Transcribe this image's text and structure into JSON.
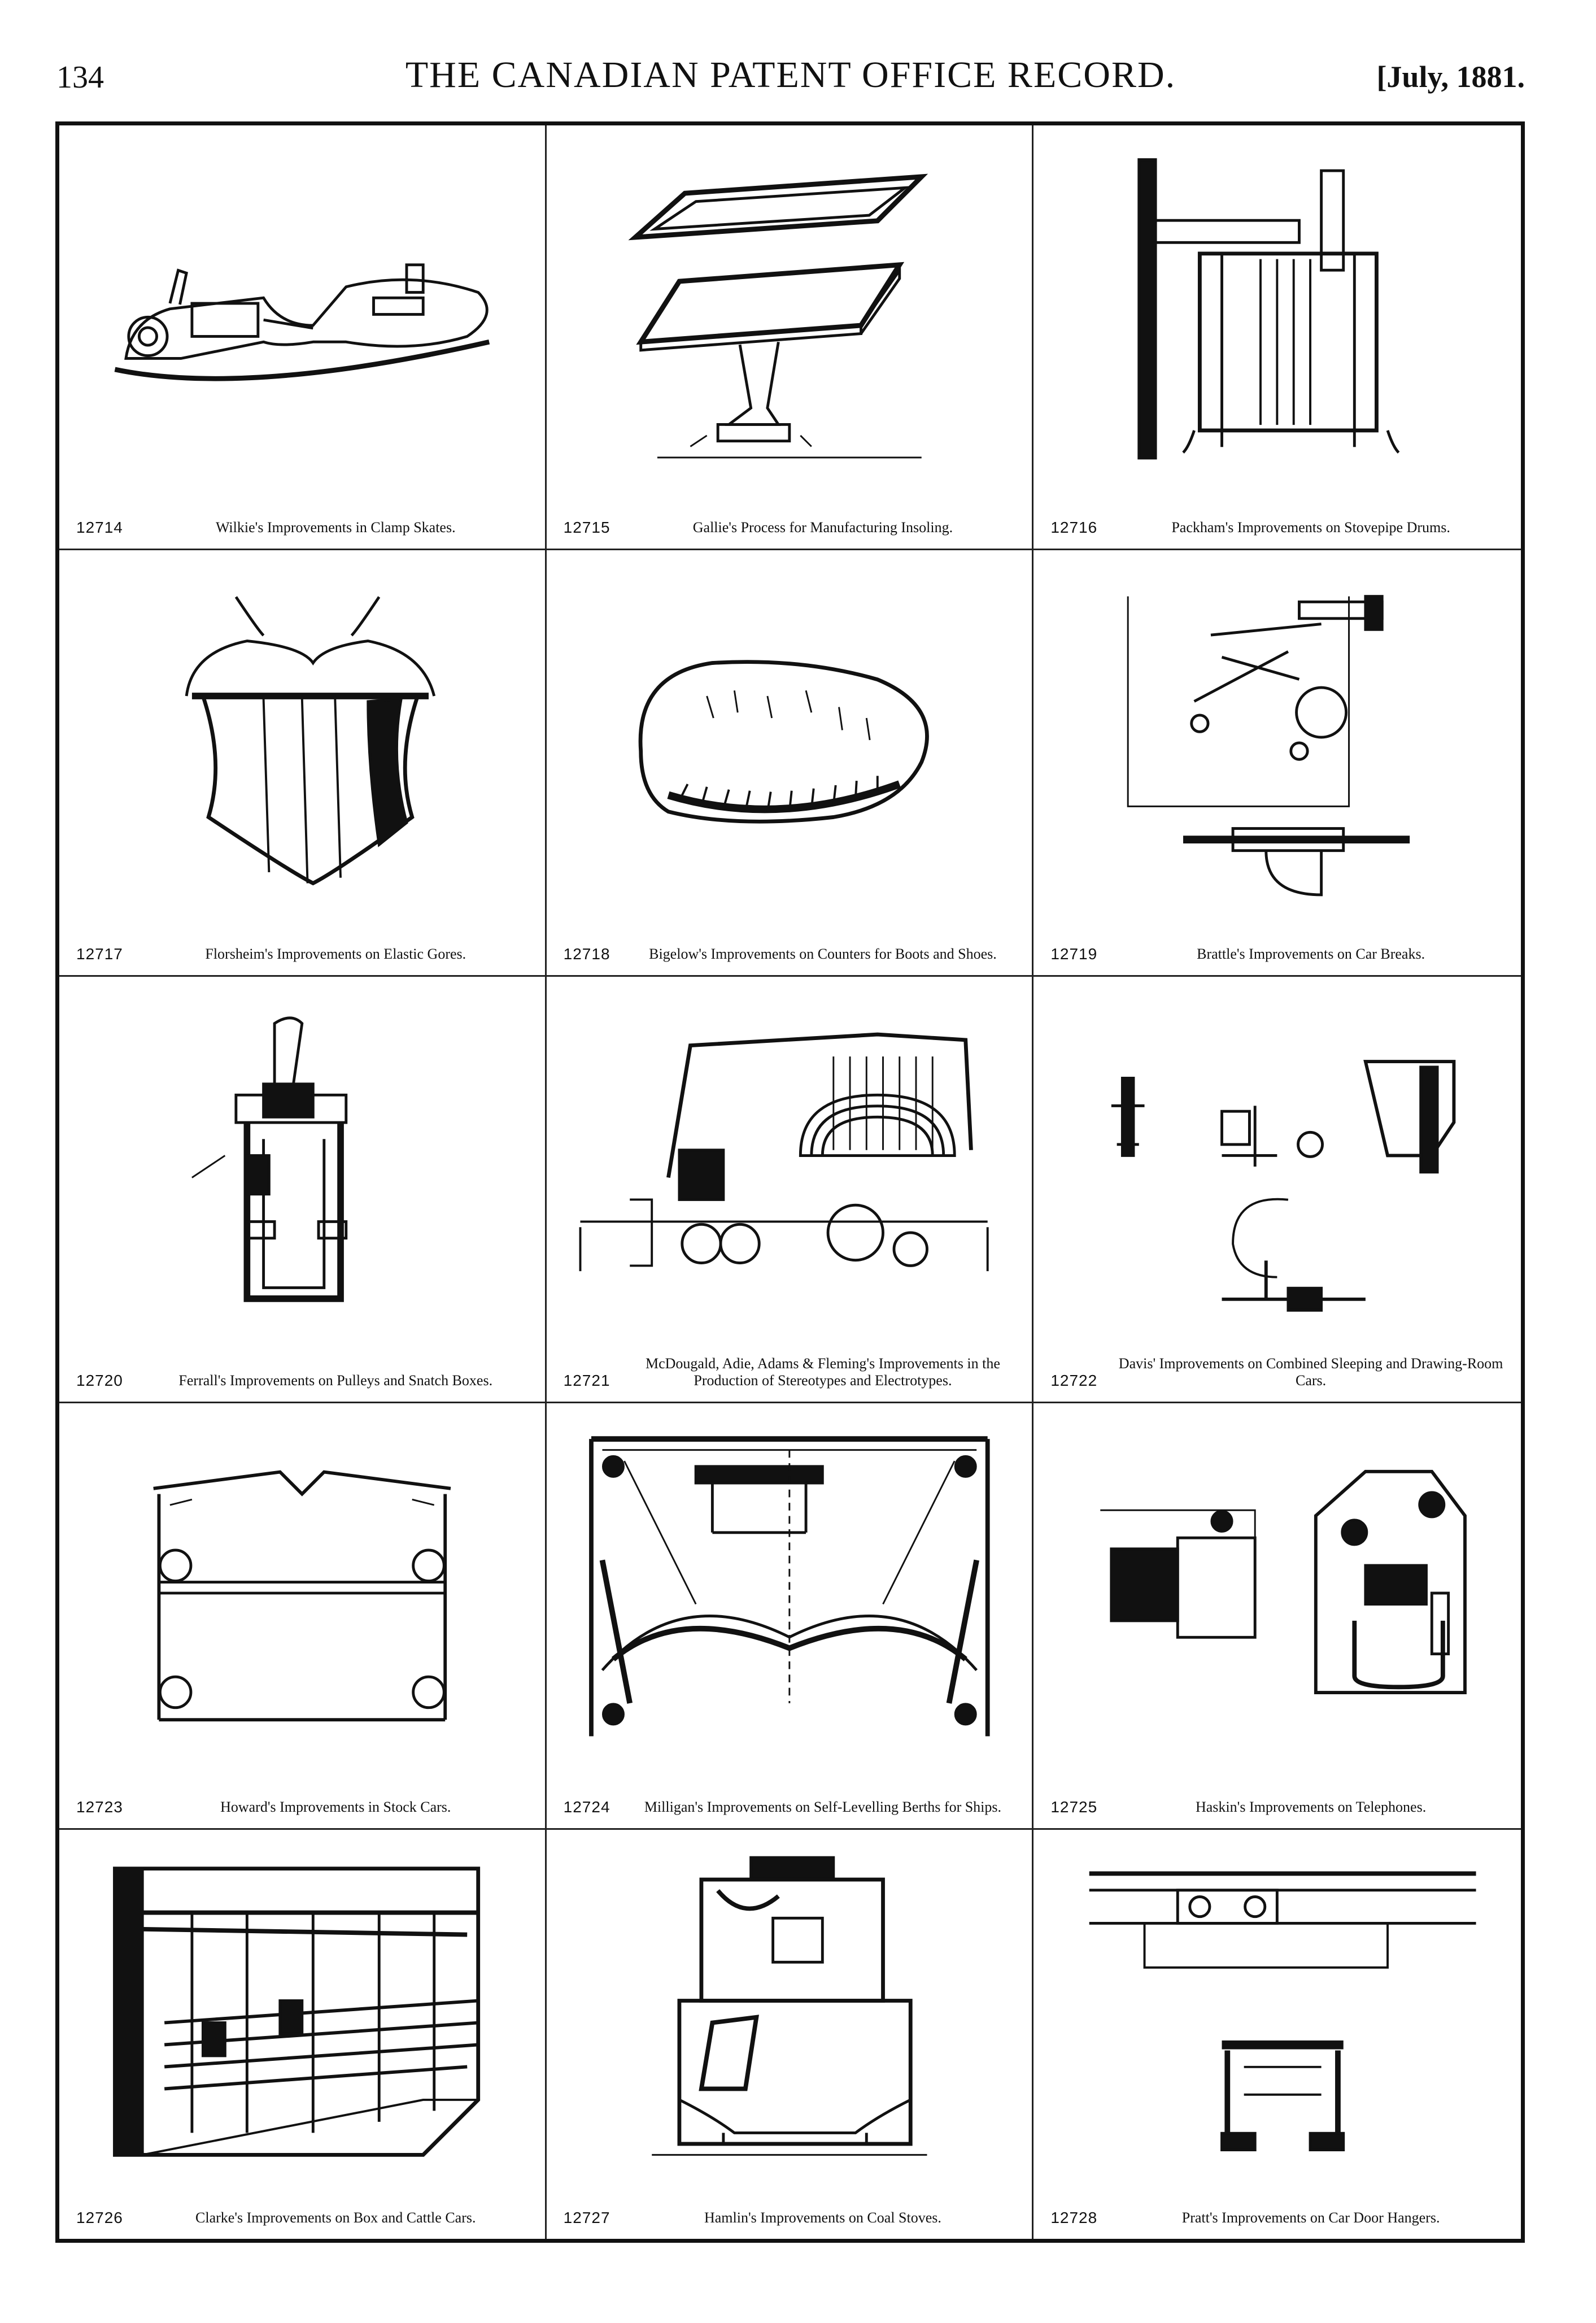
{
  "header": {
    "page_number": "134",
    "title": "THE CANADIAN PATENT OFFICE RECORD.",
    "date": "[July, 1881."
  },
  "patents": [
    {
      "number": "12714",
      "title": "Wilkie's Improvements in Clamp Skates."
    },
    {
      "number": "12715",
      "title": "Gallie's Process for Manufacturing Insoling."
    },
    {
      "number": "12716",
      "title": "Packham's Improvements on Stovepipe Drums."
    },
    {
      "number": "12717",
      "title": "Florsheim's Improvements on Elastic Gores."
    },
    {
      "number": "12718",
      "title": "Bigelow's Improvements on Counters for Boots and Shoes."
    },
    {
      "number": "12719",
      "title": "Brattle's Improvements on Car Breaks."
    },
    {
      "number": "12720",
      "title": "Ferrall's Improvements on Pulleys and Snatch Boxes."
    },
    {
      "number": "12721",
      "title": "McDougald, Adie, Adams & Fleming's Improvements in the Production of Stereotypes and Electrotypes."
    },
    {
      "number": "12722",
      "title": "Davis' Improvements on Combined Sleeping and Drawing-Room Cars."
    },
    {
      "number": "12723",
      "title": "Howard's Improvements in Stock Cars."
    },
    {
      "number": "12724",
      "title": "Milligan's Improvements on Self-Levelling Berths for Ships."
    },
    {
      "number": "12725",
      "title": "Haskin's Improvements on Telephones."
    },
    {
      "number": "12726",
      "title": "Clarke's Improvements on Box and Cattle Cars."
    },
    {
      "number": "12727",
      "title": "Hamlin's Improvements on Coal Stoves."
    },
    {
      "number": "12728",
      "title": "Pratt's Improvements on Car Door Hangers."
    }
  ]
}
